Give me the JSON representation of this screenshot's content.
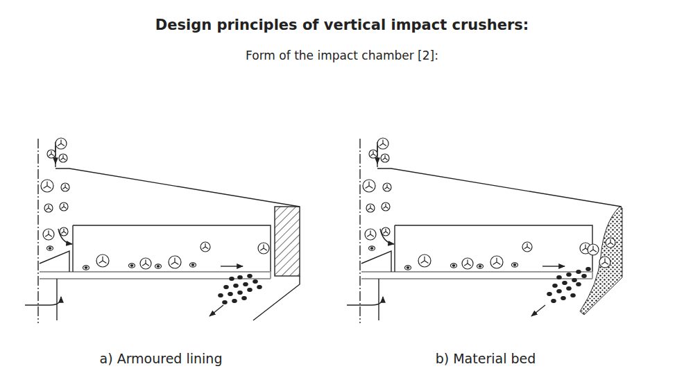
{
  "diagram": {
    "title": "Design principles of vertical impact crushers:",
    "labels": [
      "Form of the impact chamber [2]:",
      "a) Armoured lining",
      "b) Material bed"
    ]
  }
}
